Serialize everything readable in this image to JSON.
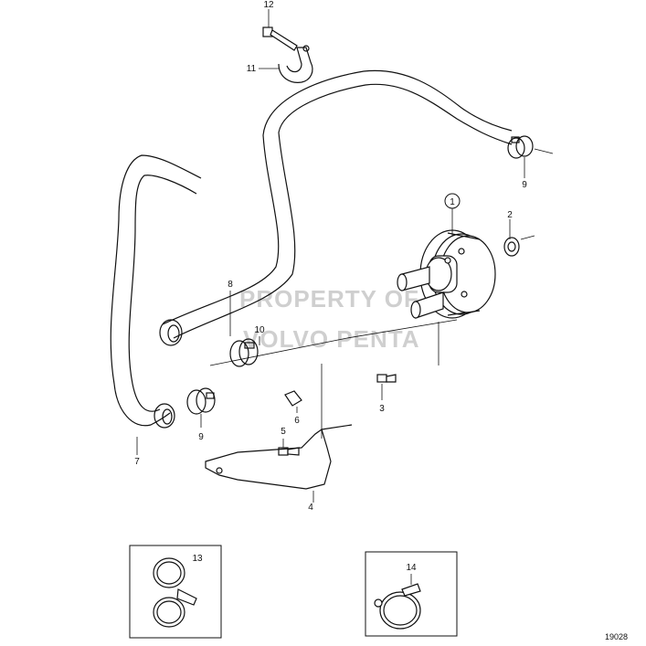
{
  "callouts": {
    "c1": "1",
    "c2": "2",
    "c3": "3",
    "c4": "4",
    "c5": "5",
    "c6": "6",
    "c7": "7",
    "c8": "8",
    "c9a": "9",
    "c9b": "9",
    "c10": "10",
    "c11": "11",
    "c12": "12",
    "c13": "13",
    "c14": "14"
  },
  "watermark": {
    "line1": "PROPERTY OF",
    "line2": "VOLVO PENTA"
  },
  "reference_number": "19028"
}
